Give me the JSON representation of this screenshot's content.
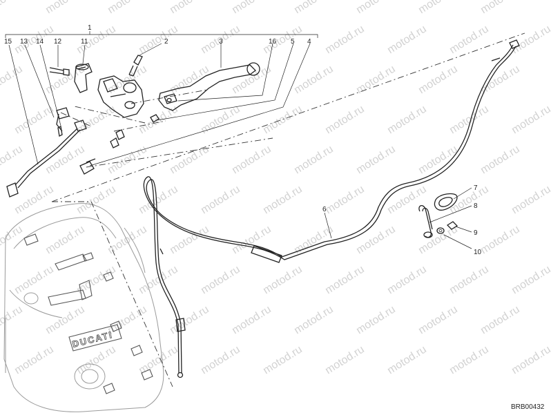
{
  "diagram": {
    "drawing_code": "BRB00432",
    "watermark_text": "motod.ru",
    "cover_brand_text": "DUCATI",
    "callouts": [
      {
        "id": "c1",
        "number": "1"
      },
      {
        "id": "c2",
        "number": "2"
      },
      {
        "id": "c3",
        "number": "3"
      },
      {
        "id": "c4",
        "number": "4"
      },
      {
        "id": "c5",
        "number": "5"
      },
      {
        "id": "c6",
        "number": "6"
      },
      {
        "id": "c7",
        "number": "7"
      },
      {
        "id": "c8",
        "number": "8"
      },
      {
        "id": "c9",
        "number": "9"
      },
      {
        "id": "c10",
        "number": "10"
      },
      {
        "id": "c11",
        "number": "11"
      },
      {
        "id": "c12",
        "number": "12"
      },
      {
        "id": "c13",
        "number": "13"
      },
      {
        "id": "c14",
        "number": "14"
      },
      {
        "id": "c15",
        "number": "15"
      },
      {
        "id": "c16",
        "number": "16"
      }
    ]
  }
}
